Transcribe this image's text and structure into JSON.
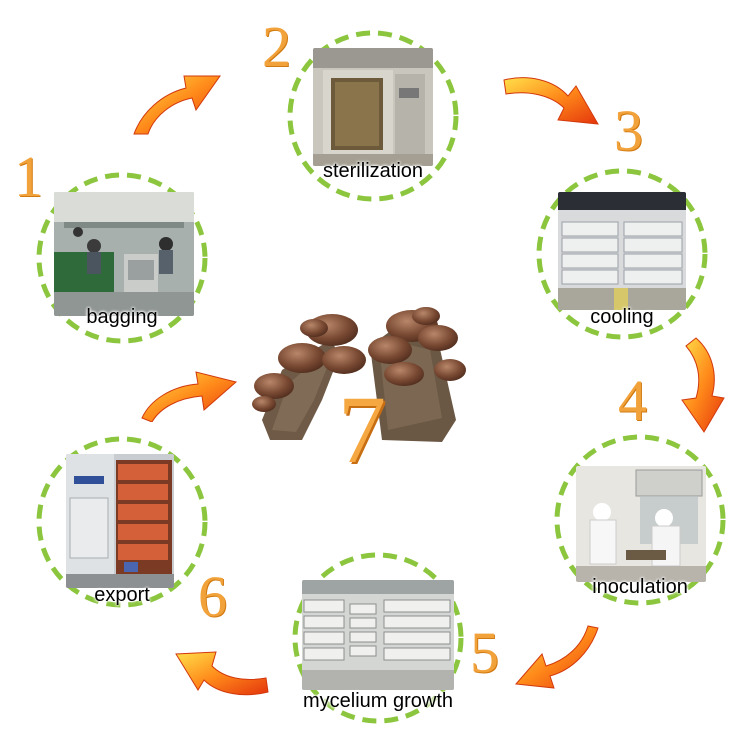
{
  "steps": [
    {
      "num": "1",
      "label": "bagging"
    },
    {
      "num": "2",
      "label": "sterilization"
    },
    {
      "num": "3",
      "label": "cooling"
    },
    {
      "num": "4",
      "label": "inoculation"
    },
    {
      "num": "5",
      "label": "mycelium growth"
    },
    {
      "num": "6",
      "label": "export"
    },
    {
      "num": "7"
    }
  ],
  "colors": {
    "ring": "#8cc63f",
    "number": "#f2a23a",
    "arrow_light": "#ffd23c",
    "arrow_dark": "#e8420f"
  },
  "icons": [
    "curved-arrow-icon",
    "mushroom-log-icon"
  ]
}
